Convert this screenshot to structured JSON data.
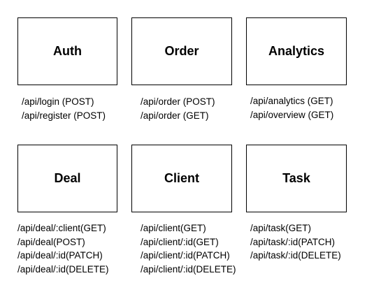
{
  "modules": [
    {
      "name": "Auth",
      "endpoints": [
        "/api/login (POST)",
        "/api/register (POST)"
      ]
    },
    {
      "name": "Order",
      "endpoints": [
        "/api/order (POST)",
        "/api/order (GET)"
      ]
    },
    {
      "name": "Analytics",
      "endpoints": [
        "/api/analytics (GET)",
        "/api/overview (GET)"
      ]
    },
    {
      "name": "Deal",
      "endpoints": [
        "/api/deal/:client(GET)",
        "/api/deal(POST)",
        "/api/deal/:id(PATCH)",
        "/api/deal/:id(DELETE)"
      ]
    },
    {
      "name": "Client",
      "endpoints": [
        "/api/client(GET)",
        "/api/client/:id(GET)",
        "/api/client/:id(PATCH)",
        "/api/client/:id(DELETE)"
      ]
    },
    {
      "name": "Task",
      "endpoints": [
        "/api/task(GET)",
        "/api/task/:id(PATCH)",
        "/api/task/:id(DELETE)"
      ]
    }
  ]
}
